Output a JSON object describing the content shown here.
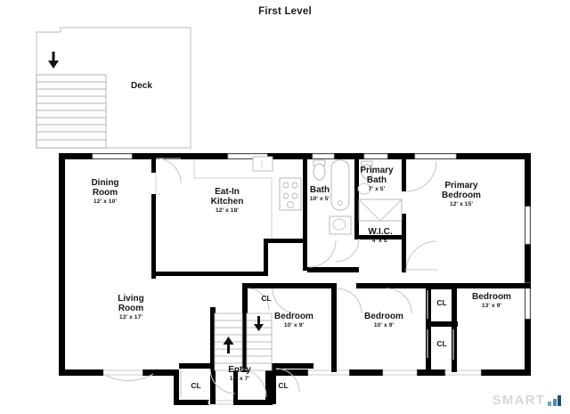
{
  "plan": {
    "title": "First Level",
    "wall_color": "#000000",
    "fixture_color": "#b9b9b9",
    "door_arc_color": "#cccccc",
    "background": "#ffffff"
  },
  "exterior": {
    "deck": {
      "label": "Deck",
      "stair_arrow": "down-arrow"
    }
  },
  "rooms": [
    {
      "id": "dining-room",
      "name": "Dining\nRoom",
      "name_line1": "Dining",
      "name_line2": "Room",
      "dimensions": "12' x 10'"
    },
    {
      "id": "eat-in-kitchen",
      "name": "Eat-In\nKitchen",
      "name_line1": "Eat-In",
      "name_line2": "Kitchen",
      "dimensions": "12' x 18'"
    },
    {
      "id": "bath",
      "name": "Bath",
      "name_line1": "Bath",
      "name_line2": "",
      "dimensions": "10' x 5'"
    },
    {
      "id": "primary-bath",
      "name": "Primary\nBath",
      "name_line1": "Primary",
      "name_line2": "Bath",
      "dimensions": "7' x 5'"
    },
    {
      "id": "wic",
      "name": "W.I.C.",
      "name_line1": "W.I.C.",
      "name_line2": "",
      "dimensions": "4' x 5'"
    },
    {
      "id": "primary-bedroom",
      "name": "Primary\nBedroom",
      "name_line1": "Primary",
      "name_line2": "Bedroom",
      "dimensions": "12' x 15'"
    },
    {
      "id": "living-room",
      "name": "Living\nRoom",
      "name_line1": "Living",
      "name_line2": "Room",
      "dimensions": "13' x 17'"
    },
    {
      "id": "bedroom-left",
      "name": "Bedroom",
      "name_line1": "Bedroom",
      "name_line2": "",
      "dimensions": "10' x 9'"
    },
    {
      "id": "bedroom-middle",
      "name": "Bedroom",
      "name_line1": "Bedroom",
      "name_line2": "",
      "dimensions": "10' x 9'"
    },
    {
      "id": "bedroom-right",
      "name": "Bedroom",
      "name_line1": "Bedroom",
      "name_line2": "",
      "dimensions": "13' x 9'"
    },
    {
      "id": "entry",
      "name": "Entry",
      "name_line1": "Entry",
      "name_line2": "",
      "dimensions": "10' x 7'"
    }
  ],
  "closets": [
    {
      "id": "closet-bedroom-left",
      "label": "CL"
    },
    {
      "id": "closet-bedroom-right-upper",
      "label": "CL"
    },
    {
      "id": "closet-bedroom-right-lower",
      "label": "CL"
    },
    {
      "id": "closet-entry-left",
      "label": "CL"
    },
    {
      "id": "closet-entry-right",
      "label": "CL"
    }
  ],
  "stairs": [
    {
      "id": "deck-stairs",
      "direction_icon": "down-arrow"
    },
    {
      "id": "interior-stairs-up",
      "direction_icon": "up-arrow"
    },
    {
      "id": "interior-stairs-down",
      "direction_icon": "down-arrow"
    }
  ],
  "watermark": {
    "text": "SMART",
    "bar_colors": [
      "#5aa7cf",
      "#3d8fbe",
      "#2a4a63"
    ]
  }
}
